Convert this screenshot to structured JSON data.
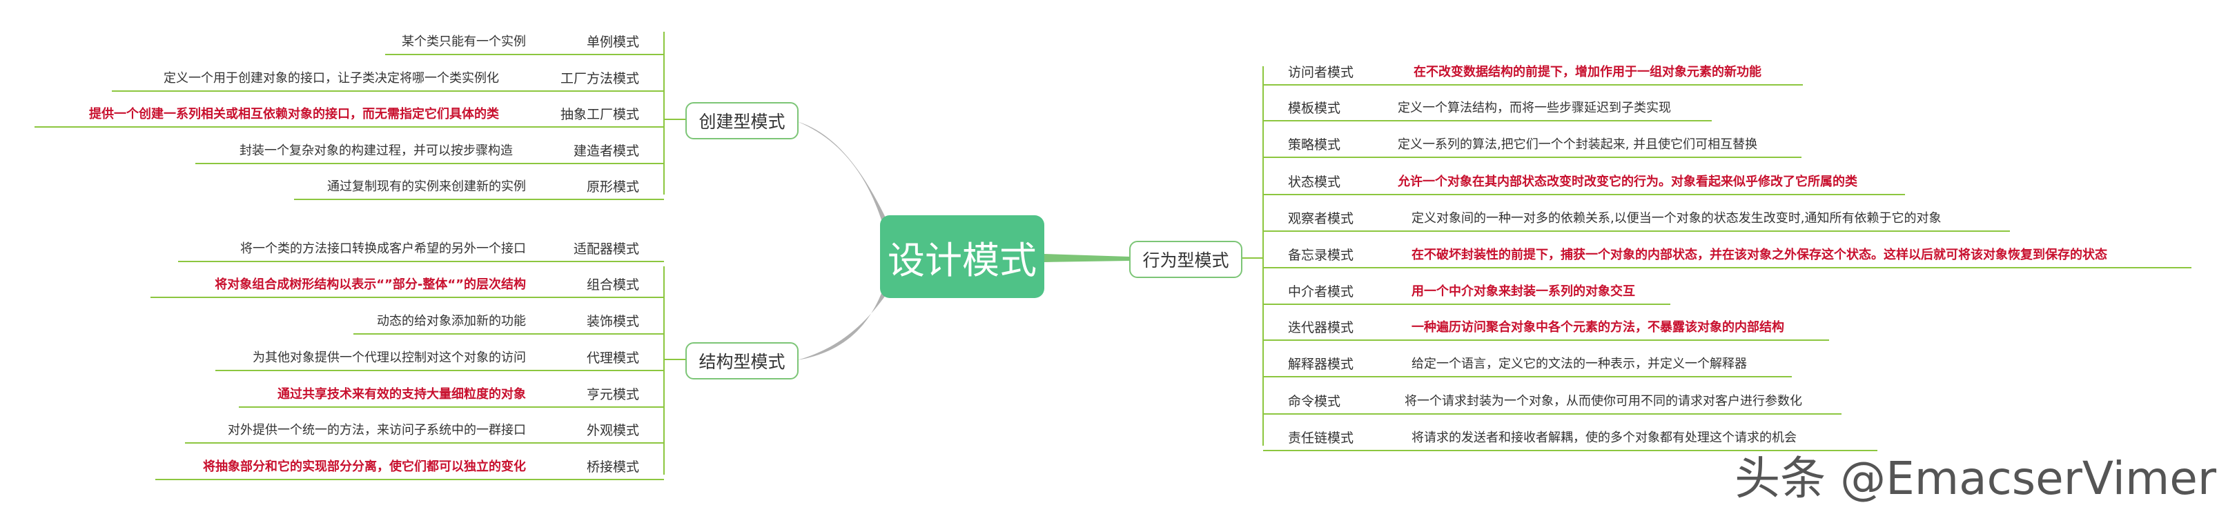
{
  "central": {
    "title": "设计模式"
  },
  "branches": {
    "creational": {
      "label": "创建型模式",
      "items": [
        {
          "name": "单例模式",
          "desc": "某个类只能有一个实例",
          "highlight": false
        },
        {
          "name": "工厂方法模式",
          "desc": "定义一个用于创建对象的接口，让子类决定将哪一个类实例化",
          "highlight": false
        },
        {
          "name": "抽象工厂模式",
          "desc": "提供一个创建一系列相关或相互依赖对象的接口，而无需指定它们具体的类",
          "highlight": true
        },
        {
          "name": "建造者模式",
          "desc": "封装一个复杂对象的构建过程，并可以按步骤构造",
          "highlight": false
        },
        {
          "name": "原形模式",
          "desc": "通过复制现有的实例来创建新的实例",
          "highlight": false
        }
      ]
    },
    "structural": {
      "label": "结构型模式",
      "items": [
        {
          "name": "适配器模式",
          "desc": "将一个类的方法接口转换成客户希望的另外一个接口",
          "highlight": false
        },
        {
          "name": "组合模式",
          "desc": "将对象组合成树形结构以表示“”部分-整体“”的层次结构",
          "highlight": true
        },
        {
          "name": "装饰模式",
          "desc": "动态的给对象添加新的功能",
          "highlight": false
        },
        {
          "name": "代理模式",
          "desc": "为其他对象提供一个代理以控制对这个对象的访问",
          "highlight": false
        },
        {
          "name": "亨元模式",
          "desc": "通过共享技术来有效的支持大量细粒度的对象",
          "highlight": true
        },
        {
          "name": "外观模式",
          "desc": "对外提供一个统一的方法，来访问子系统中的一群接口",
          "highlight": false
        },
        {
          "name": "桥接模式",
          "desc": "将抽象部分和它的实现部分分离，使它们都可以独立的变化",
          "highlight": true
        }
      ]
    },
    "behavioral": {
      "label": "行为型模式",
      "items": [
        {
          "name": "访问者模式",
          "desc": "在不改变数据结构的前提下，增加作用于一组对象元素的新功能",
          "highlight": true
        },
        {
          "name": "模板模式",
          "desc": "定义一个算法结构，而将一些步骤延迟到子类实现",
          "highlight": false
        },
        {
          "name": "策略模式",
          "desc": "定义一系列的算法,把它们一个个封装起来, 并且使它们可相互替换",
          "highlight": false
        },
        {
          "name": "状态模式",
          "desc": "允许一个对象在其内部状态改变时改变它的行为。对象看起来似乎修改了它所属的类",
          "highlight": true
        },
        {
          "name": "观察者模式",
          "desc": "定义对象间的一种一对多的依赖关系,以便当一个对象的状态发生改变时,通知所有依赖于它的对象",
          "highlight": false
        },
        {
          "name": "备忘录模式",
          "desc": "在不破坏封装性的前提下，捕获一个对象的内部状态，并在该对象之外保存这个状态。这样以后就可将该对象恢复到保存的状态",
          "highlight": true
        },
        {
          "name": "中介者模式",
          "desc": "用一个中介对象来封装一系列的对象交互",
          "highlight": true
        },
        {
          "name": "迭代器模式",
          "desc": "一种遍历访问聚合对象中各个元素的方法，不暴露该对象的内部结构",
          "highlight": true
        },
        {
          "name": "解释器模式",
          "desc": "给定一个语言，定义它的文法的一种表示，并定义一个解释器",
          "highlight": false
        },
        {
          "name": "命令模式",
          "desc": "将一个请求封装为一个对象，从而使你可用不同的请求对客户进行参数化",
          "highlight": false
        },
        {
          "name": "责任链模式",
          "desc": "将请求的发送者和接收者解耦，使的多个对象都有处理这个请求的机会",
          "highlight": false
        }
      ]
    }
  },
  "watermark": "头条 @EmacserVimer",
  "colors": {
    "central_fill": "#4fc287",
    "branch_border": "#7cc576",
    "underline": "#8cc63f",
    "highlight_text": "#c8102e",
    "connector_gray": "#b0b0b0"
  }
}
